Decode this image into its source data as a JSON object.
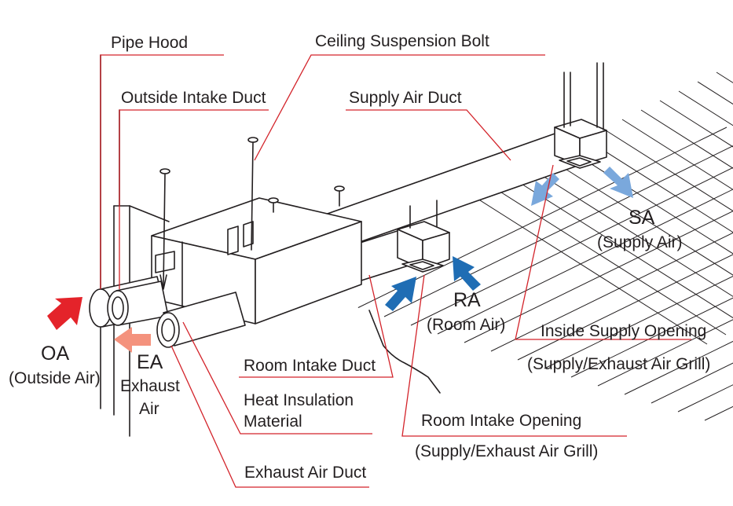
{
  "labels": {
    "pipe_hood": "Pipe Hood",
    "ceiling_suspension_bolt": "Ceiling Suspension Bolt",
    "outside_intake_duct": "Outside Intake Duct",
    "supply_air_duct": "Supply Air Duct",
    "sa": "SA",
    "sa_full": "(Supply Air)",
    "ra": "RA",
    "ra_full": "(Room Air)",
    "oa": "OA",
    "oa_full": "(Outside Air)",
    "ea": "EA",
    "ea_line1": "Exhaust",
    "ea_line2": "Air",
    "inside_supply_opening": "Inside Supply Opening",
    "inside_supply_grill": "(Supply/Exhaust Air Grill)",
    "room_intake_duct": "Room Intake Duct",
    "heat_insulation_line1": "Heat Insulation",
    "heat_insulation_line2": "Material",
    "room_intake_opening": "Room Intake Opening",
    "room_intake_grill": "(Supply/Exhaust Air Grill)",
    "exhaust_air_duct": "Exhaust Air Duct"
  },
  "colors": {
    "leader": "#d3232a",
    "outside_air_arrow": "#e4232a",
    "exhaust_air_arrow": "#f4927d",
    "room_air_arrow": "#1f6db4",
    "supply_air_arrow": "#7aa8dc",
    "line": "#231f20"
  }
}
